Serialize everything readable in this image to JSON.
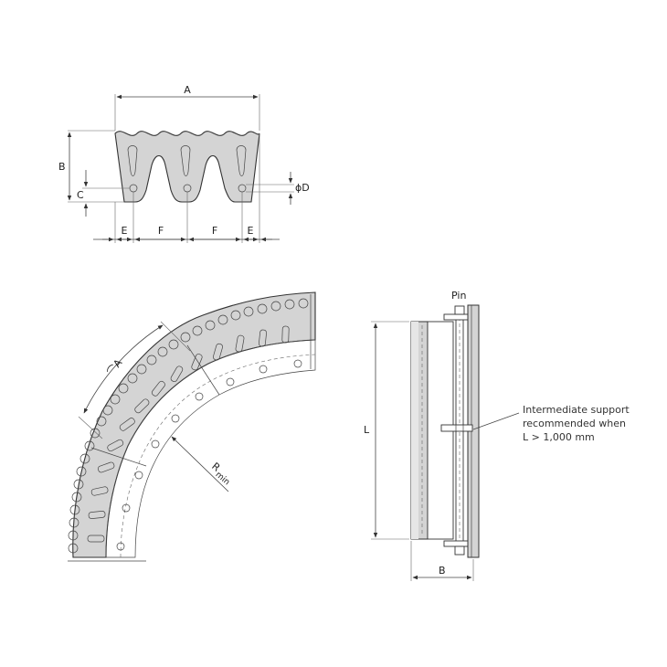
{
  "profile_view": {
    "labels": {
      "A": "A",
      "B": "B",
      "C": "C",
      "D": "ϕD",
      "E_left": "E",
      "F_left": "F",
      "F_right": "F",
      "E_right": "E"
    }
  },
  "arc_view": {
    "labels": {
      "arc_length": "⌒A",
      "radius": "R",
      "radius_sub": "min"
    }
  },
  "side_view": {
    "labels": {
      "pin": "Pin",
      "L": "L",
      "B": "B"
    },
    "note_lines": [
      "Intermediate support",
      "recommended when",
      "L > 1,000 mm"
    ]
  },
  "colors": {
    "profile_fill": "#d4d4d4",
    "line": "#333333",
    "background": "#ffffff"
  }
}
